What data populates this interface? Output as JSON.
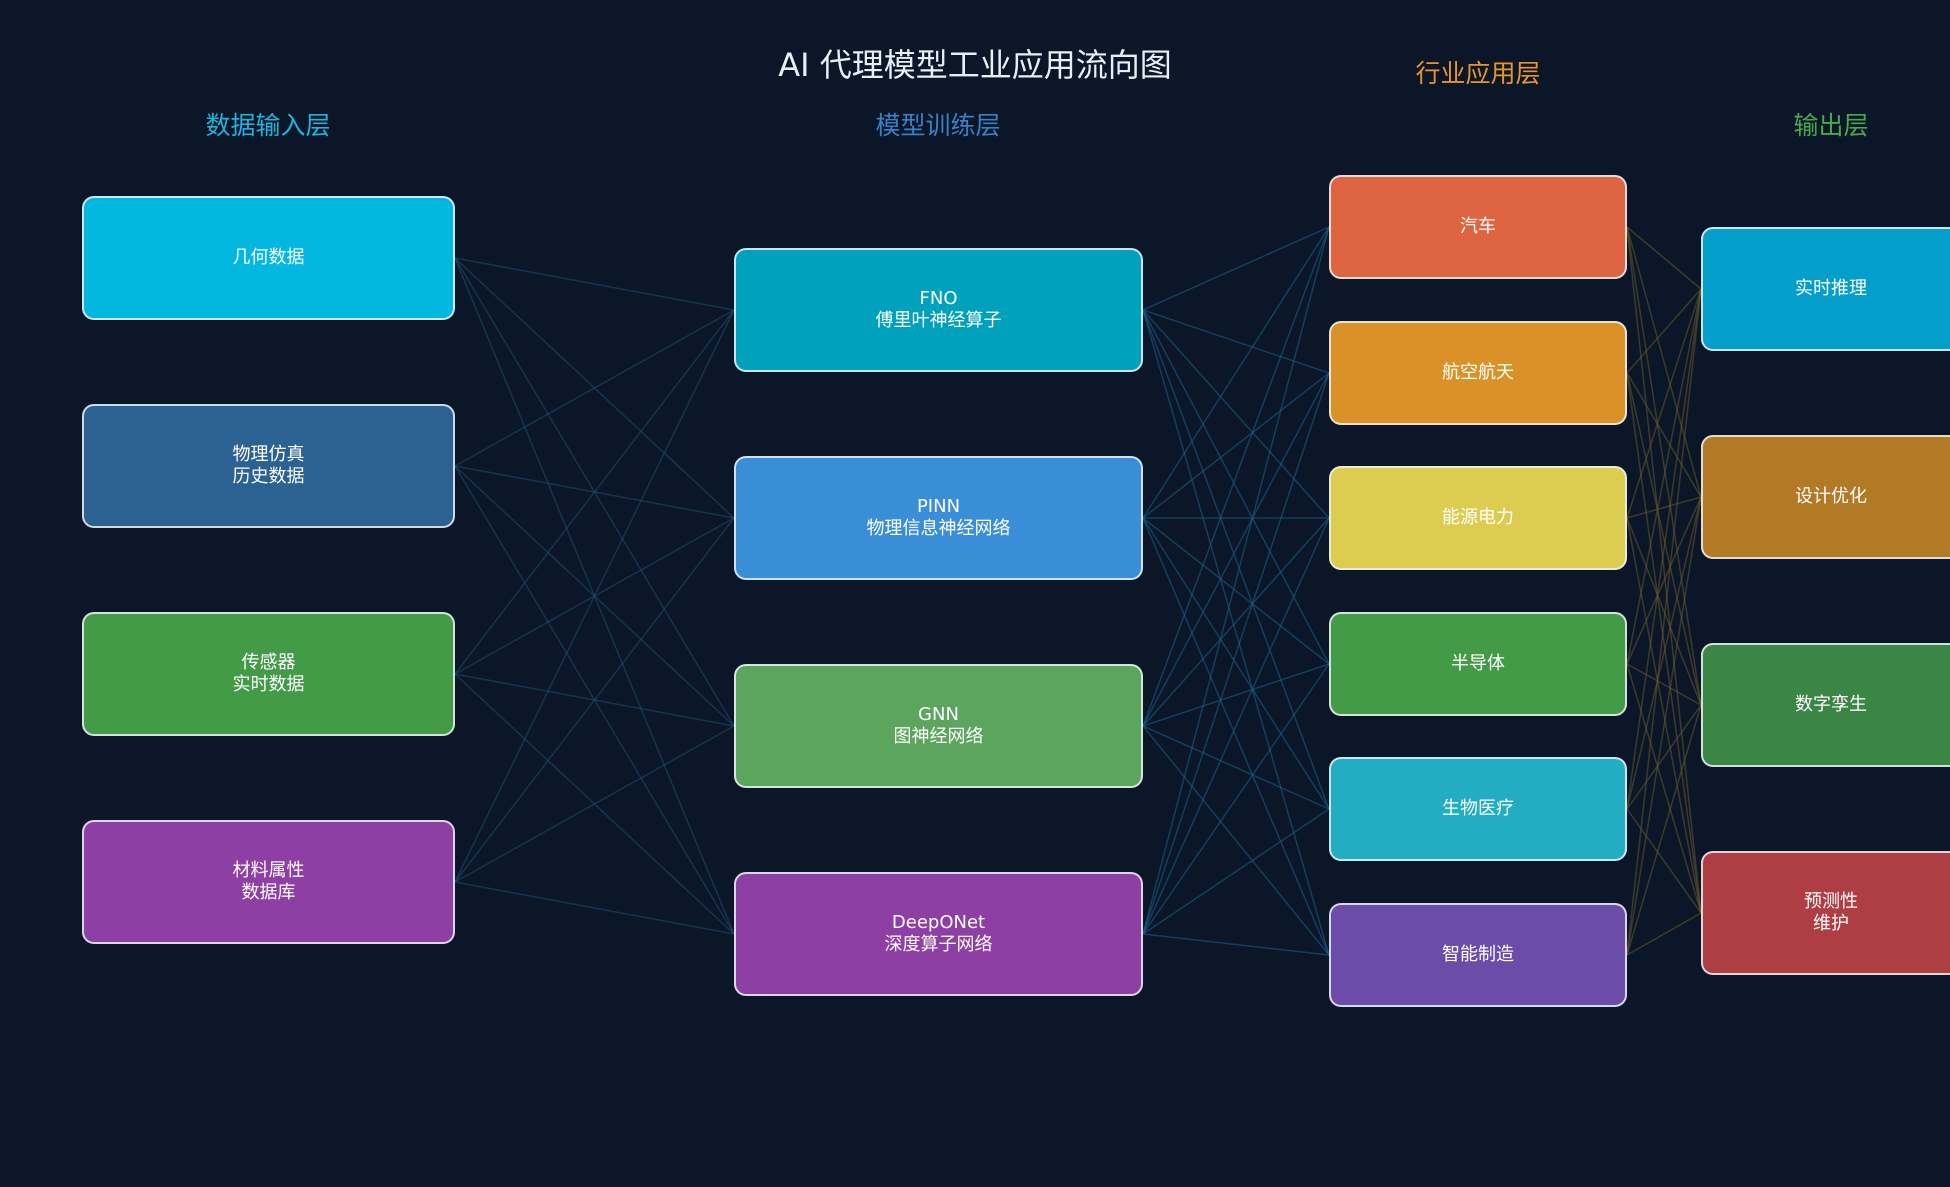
{
  "title": "AI 代理模型工业应用流向图",
  "layers": {
    "input": {
      "label": "数据输入层",
      "color": "#1fb4dc"
    },
    "model": {
      "label": "模型训练层",
      "color": "#3a80c4"
    },
    "industry": {
      "label": "行业应用层",
      "color": "#e8962c"
    },
    "output": {
      "label": "输出层",
      "color": "#48a84e"
    }
  },
  "nodes": {
    "input": [
      {
        "label": "几何数据",
        "color": "#02b8e0"
      },
      {
        "label": "物理仿真\n历史数据",
        "color": "#2b6292"
      },
      {
        "label": "传感器\n实时数据",
        "color": "#439a47"
      },
      {
        "label": "材料属性\n数据库",
        "color": "#8e3fa4"
      }
    ],
    "model": [
      {
        "label": "FNO\n傅里叶神经算子",
        "color": "#00a1bd"
      },
      {
        "label": "PINN\n物理信息神经网络",
        "color": "#3a8ed8"
      },
      {
        "label": "GNN\n图神经网络",
        "color": "#5ca55e"
      },
      {
        "label": "DeepONet\n深度算子网络",
        "color": "#8e3fa4"
      }
    ],
    "industry": [
      {
        "label": "汽车",
        "color": "#df6441"
      },
      {
        "label": "航空航天",
        "color": "#da9128"
      },
      {
        "label": "能源电力",
        "color": "#dccd50"
      },
      {
        "label": "半导体",
        "color": "#439a47"
      },
      {
        "label": "生物医疗",
        "color": "#22adc3"
      },
      {
        "label": "智能制造",
        "color": "#6b4ca8"
      }
    ],
    "output": [
      {
        "label": "实时推理",
        "color": "#039ec9"
      },
      {
        "label": "设计优化",
        "color": "#b37a26"
      },
      {
        "label": "数字孪生",
        "color": "#3b8545"
      },
      {
        "label": "预测性\n维护",
        "color": "#ae3e44"
      }
    ]
  },
  "link_colors": {
    "input_model": "#1e4e70",
    "model_industry": "#19628a",
    "industry_output": "#6a5a2c"
  }
}
